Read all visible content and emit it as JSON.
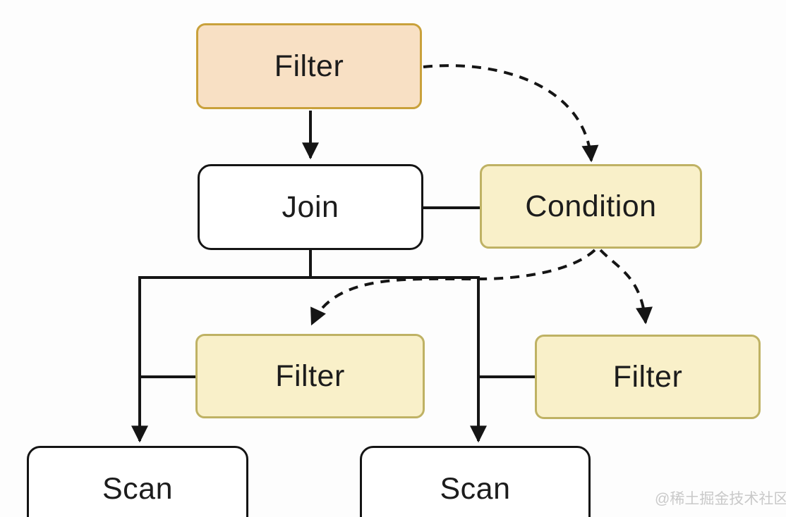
{
  "diagram": {
    "type": "query-plan-tree",
    "nodes": {
      "filter_top": {
        "label": "Filter",
        "variant": "peach"
      },
      "join": {
        "label": "Join",
        "variant": "plain"
      },
      "condition": {
        "label": "Condition",
        "variant": "yellow"
      },
      "filter_left": {
        "label": "Filter",
        "variant": "yellow"
      },
      "filter_right": {
        "label": "Filter",
        "variant": "yellow"
      },
      "scan_left": {
        "label": "Scan",
        "variant": "plain"
      },
      "scan_right": {
        "label": "Scan",
        "variant": "plain"
      }
    },
    "edges": [
      {
        "from": "filter_top",
        "to": "join",
        "style": "solid-arrow"
      },
      {
        "from": "filter_top",
        "to": "condition",
        "style": "dashed-arrow"
      },
      {
        "from": "join",
        "to": "condition",
        "style": "solid-line"
      },
      {
        "from": "join",
        "to": "scan_left",
        "style": "solid-arrow"
      },
      {
        "from": "join",
        "to": "scan_right",
        "style": "solid-arrow"
      },
      {
        "from": "join",
        "to": "filter_left",
        "style": "solid-line"
      },
      {
        "from": "join",
        "to": "filter_right",
        "style": "solid-line"
      },
      {
        "from": "condition",
        "to": "filter_left",
        "style": "dashed-arrow"
      },
      {
        "from": "condition",
        "to": "filter_right",
        "style": "dashed-arrow"
      }
    ]
  },
  "watermark": {
    "text": "@稀土掘金技术社区"
  },
  "colors": {
    "peach_fill": "#f8e0c4",
    "peach_border": "#c9a13b",
    "yellow_fill": "#f9f0c9",
    "yellow_border": "#bfb264",
    "plain_fill": "#ffffff",
    "plain_border": "#141414",
    "line": "#151515",
    "text": "#1c1c1c",
    "bg": "#fdfdfd",
    "watermark": "#c9c9c9"
  }
}
